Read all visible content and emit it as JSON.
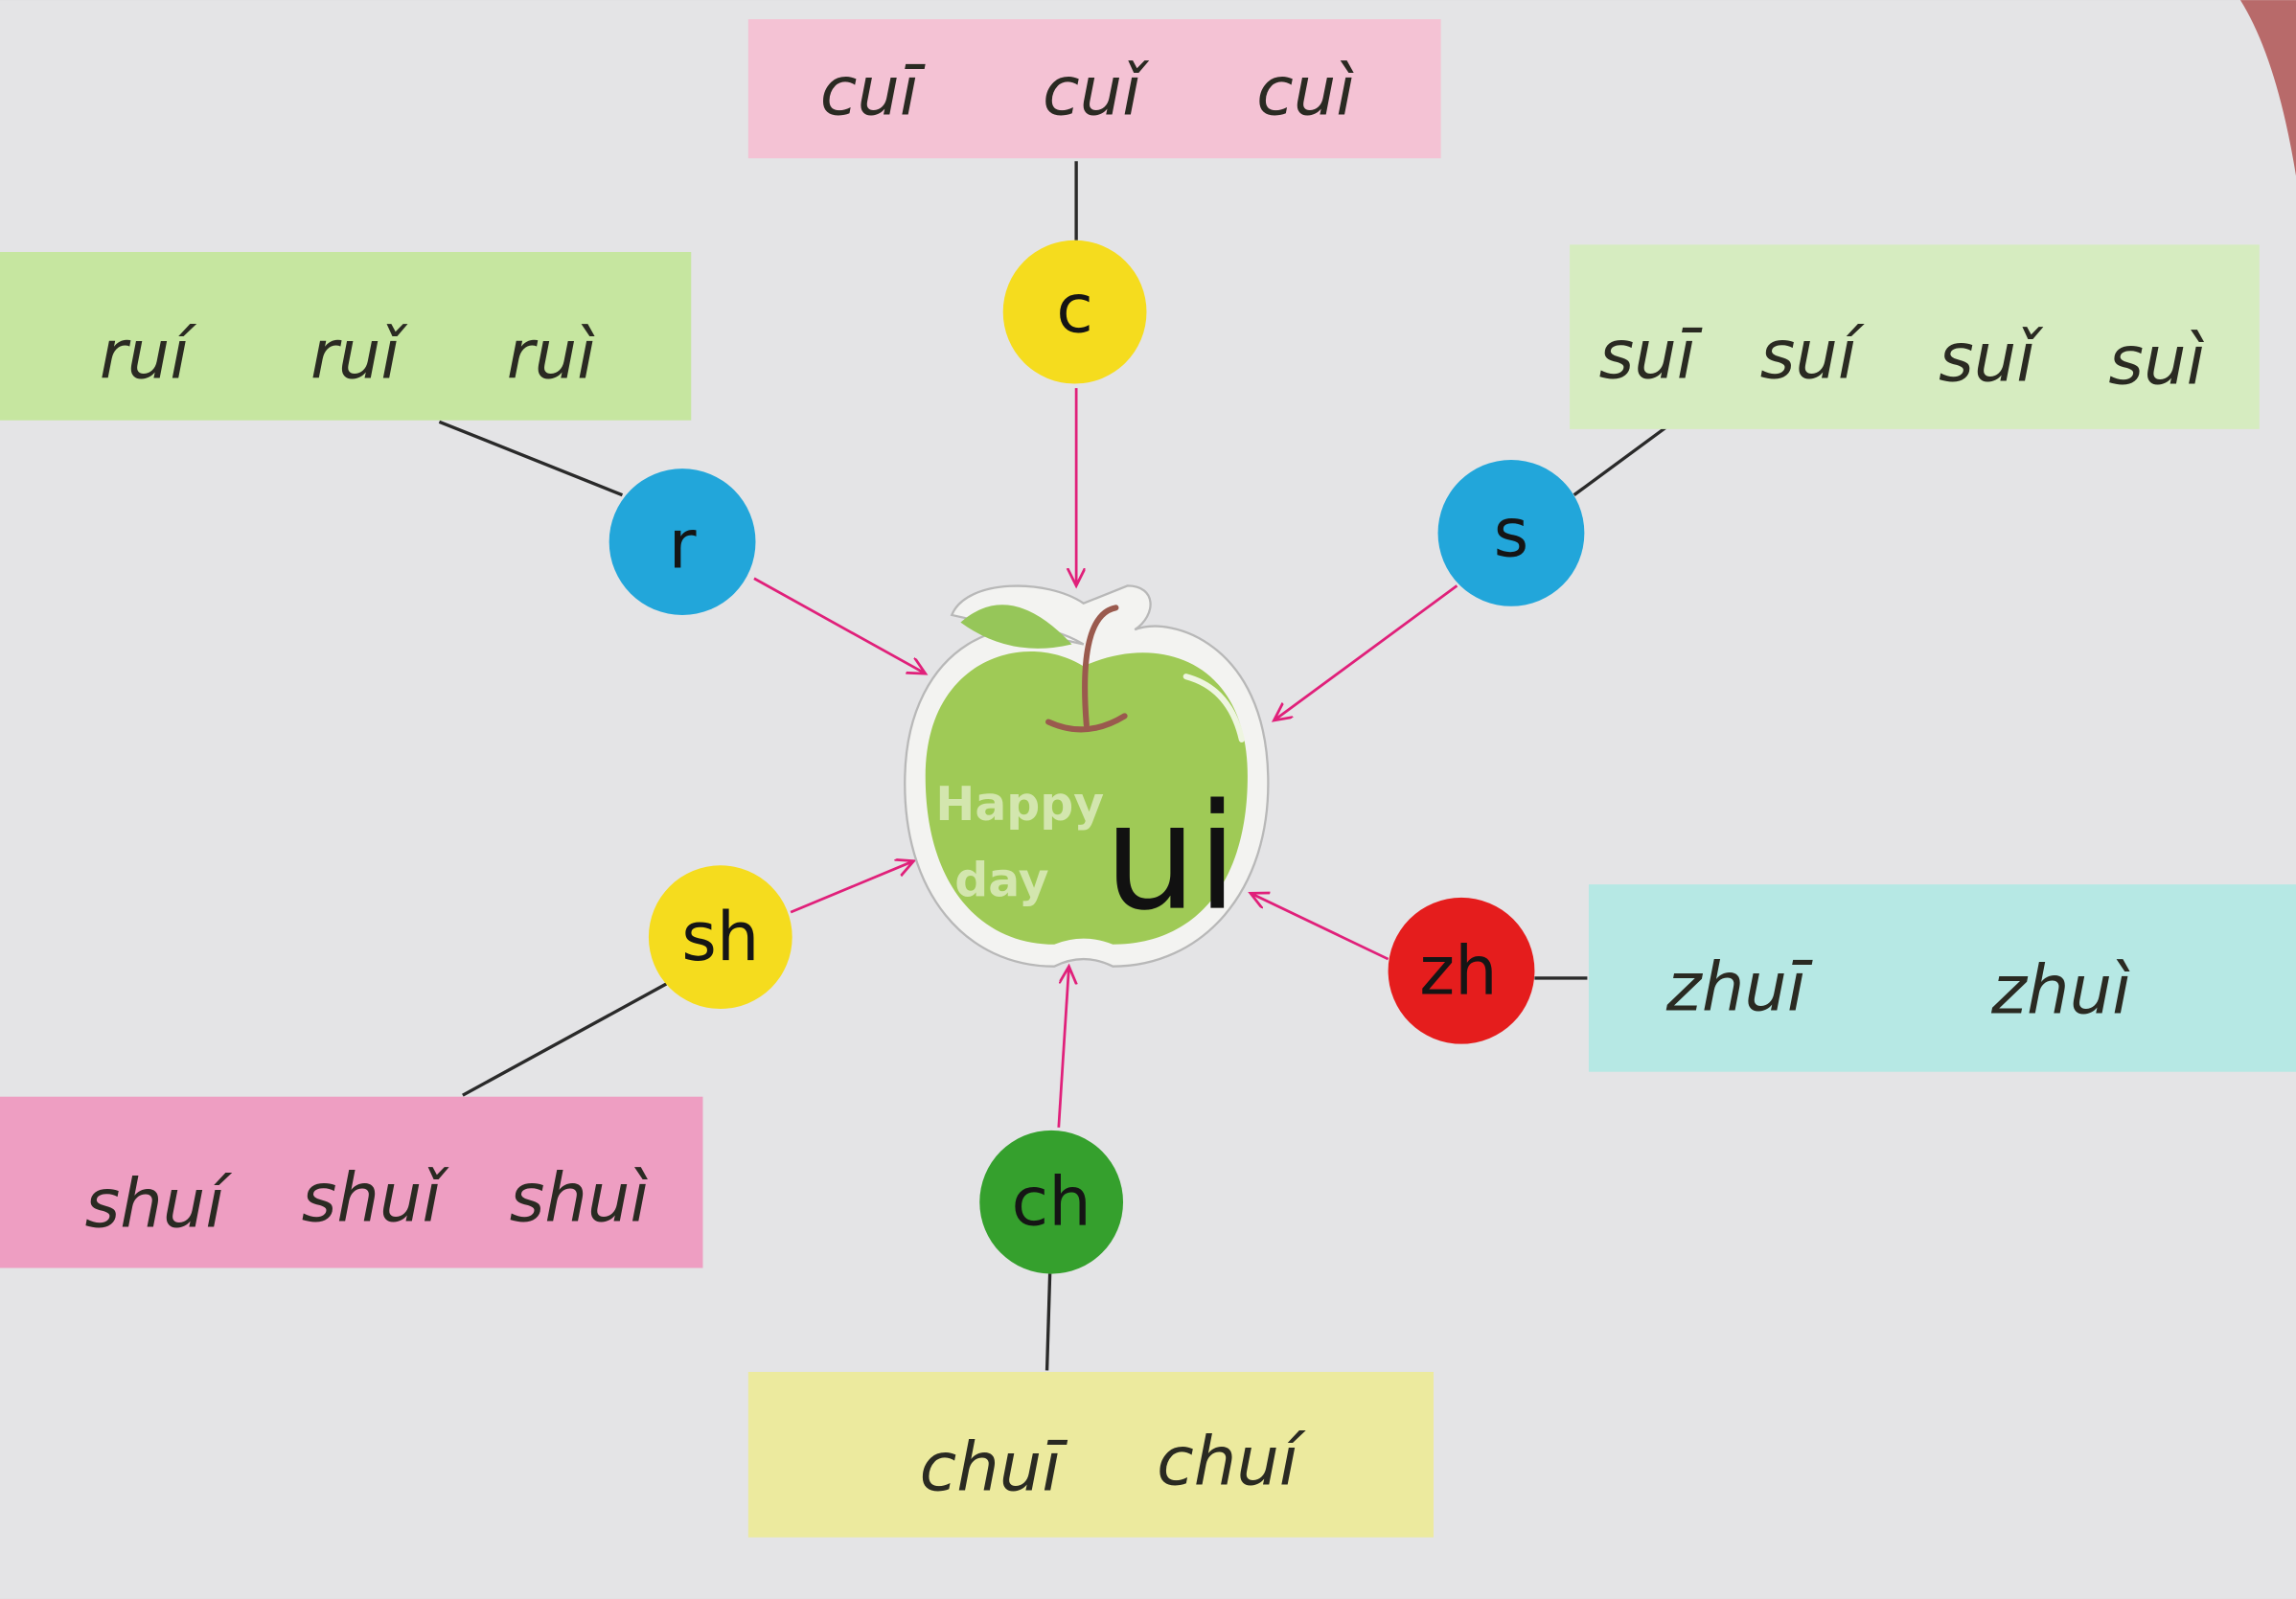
{
  "center": {
    "final": "ui",
    "sticker_text": [
      "Happy",
      "day"
    ]
  },
  "colors": {
    "arrow": "#e0207a",
    "line": "#2a2a2a",
    "paper": "#e4e4e6"
  },
  "groups": [
    {
      "initial": "c",
      "circle_color": "#f5dc1e",
      "card_color": "#f4c2d4",
      "words": [
        "cuī",
        "cuǐ",
        "cuì"
      ]
    },
    {
      "initial": "r",
      "circle_color": "#22a6da",
      "card_color": "#c6e6a0",
      "words": [
        "ruí",
        "ruǐ",
        "ruì"
      ]
    },
    {
      "initial": "s",
      "circle_color": "#22a6da",
      "card_color": "#d6ecc0",
      "words": [
        "suī",
        "suí",
        "suǐ",
        "suì"
      ]
    },
    {
      "initial": "zh",
      "circle_color": "#e51d1d",
      "card_color": "#b6e8e4",
      "words": [
        "zhuī",
        "zhuì"
      ]
    },
    {
      "initial": "sh",
      "circle_color": "#f5dc1e",
      "card_color": "#ee9ec2",
      "words": [
        "shuí",
        "shuǐ",
        "shuì"
      ]
    },
    {
      "initial": "ch",
      "circle_color": "#35a02d",
      "card_color": "#ecea9e",
      "words": [
        "chuī",
        "chuí"
      ]
    }
  ]
}
